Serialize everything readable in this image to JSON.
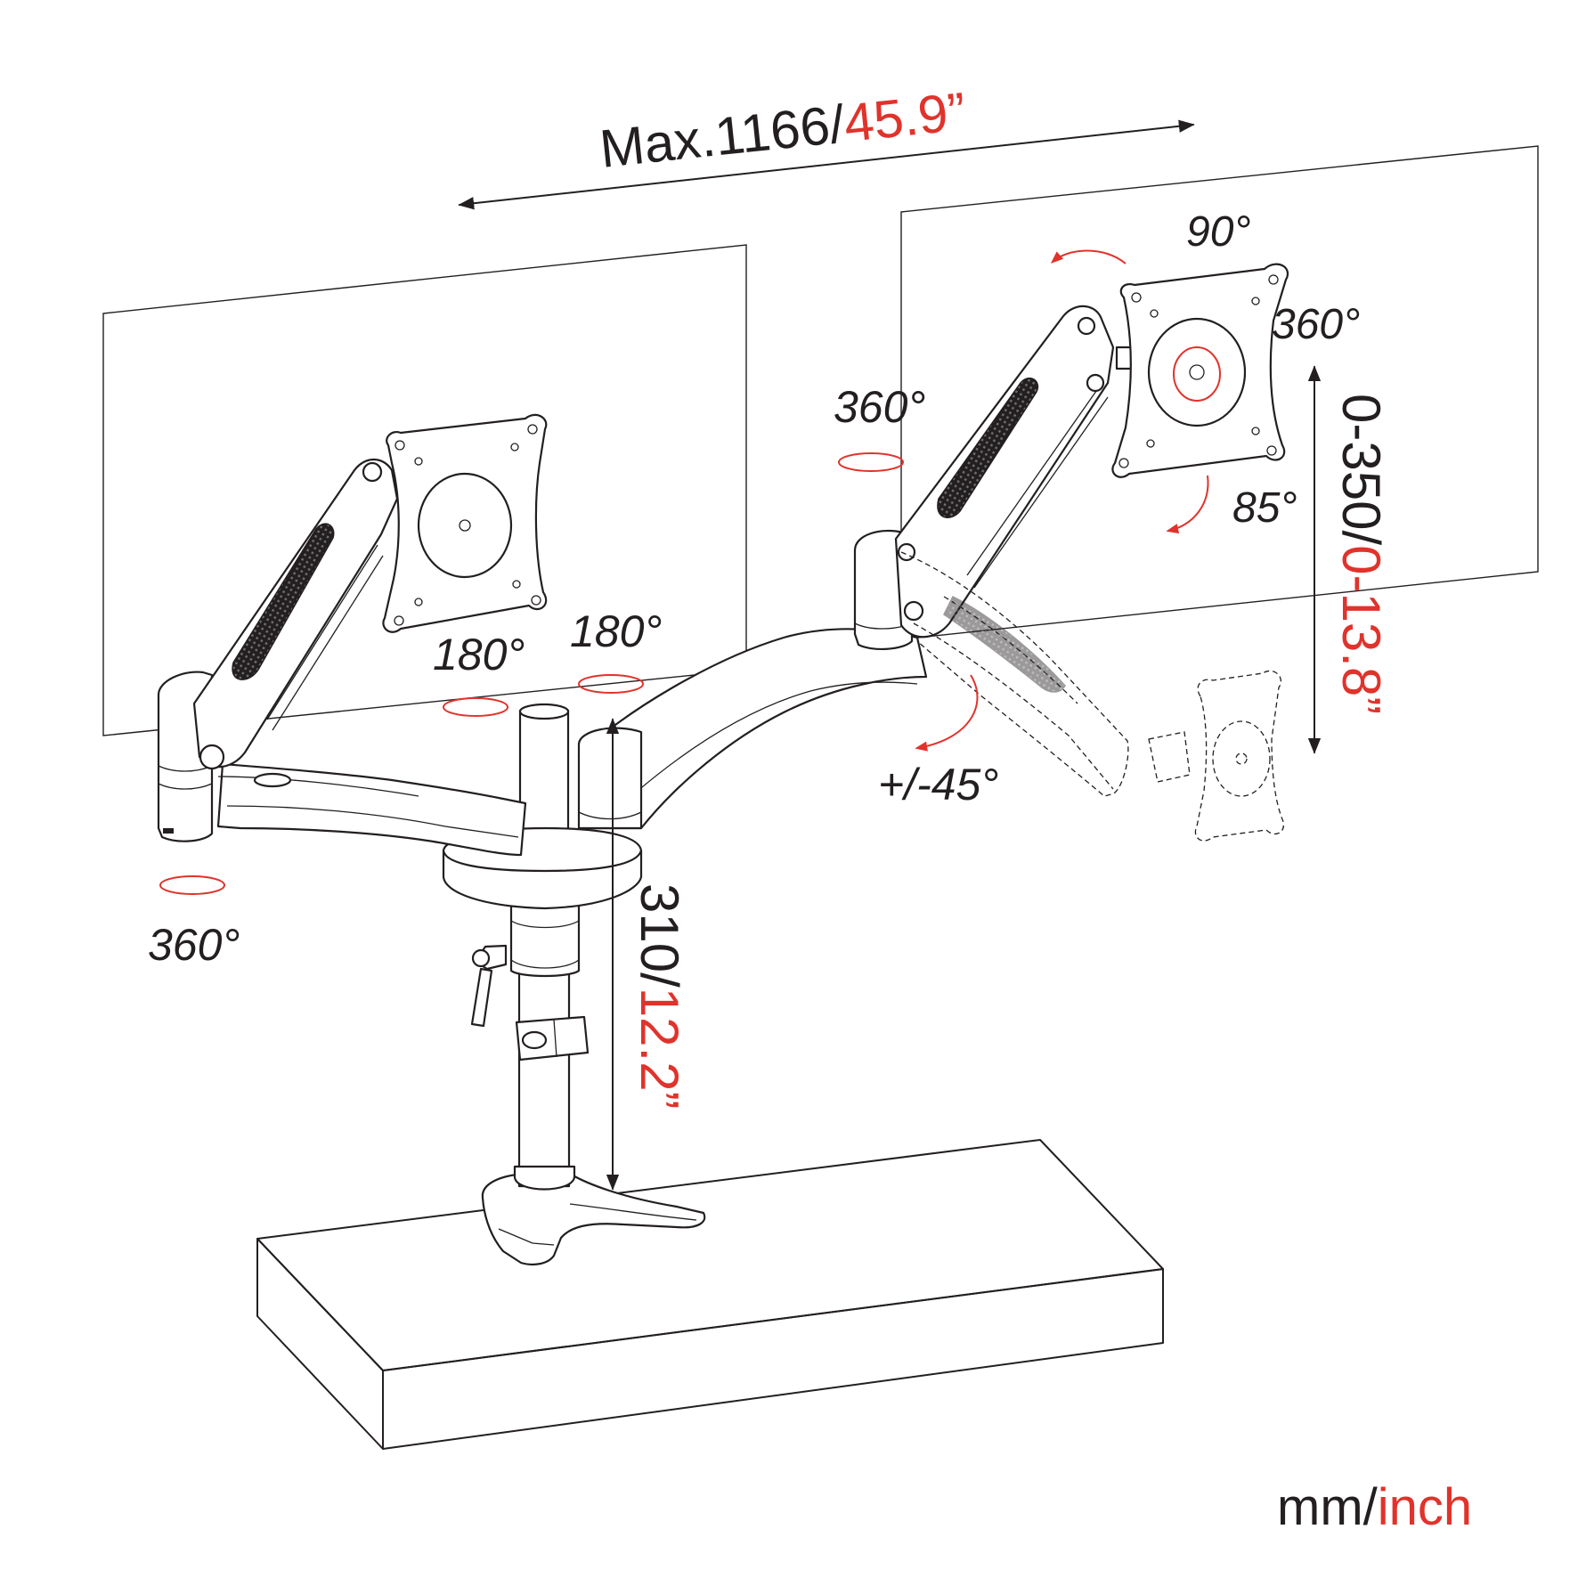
{
  "labels": {
    "span_mm": "Max.1166/",
    "span_inch": "45.9”",
    "pole_mm": "310/",
    "pole_inch": "12.2”",
    "height_mm": "0-350/",
    "height_inch": "0-13.8”",
    "units_mm": "mm/",
    "units_inch": "inch"
  },
  "angles": {
    "base_rotation": "360°",
    "left_elbow": "180°",
    "center_joint": "180°",
    "right_joint": "360°",
    "right_tilt_top": "90°",
    "right_screen_rotation": "360°",
    "right_tilt_bottom": "85°",
    "arm_swing": "+/-45°"
  },
  "colors": {
    "ink": "#231f20",
    "accent": "#e0332b",
    "background": "#ffffff"
  }
}
